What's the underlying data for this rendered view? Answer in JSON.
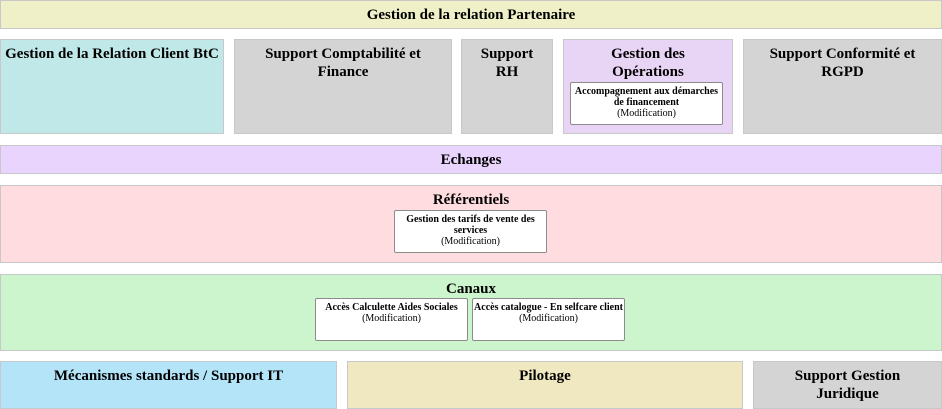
{
  "top_banner": {
    "title": "Gestion de la relation Partenaire",
    "color": "#f0f0c8"
  },
  "top_row": [
    {
      "title": "Gestion de la Relation Client BtC",
      "color": "#c0e8e8"
    },
    {
      "title": "Support Comptabilité et Finance",
      "color": "#d4d4d4"
    },
    {
      "title": "Support RH",
      "color": "#d4d4d4"
    },
    {
      "title": "Gestion des Opérations",
      "color": "#e8d4f4"
    },
    {
      "title": "Support Conformité et RGPD",
      "color": "#d4d4d4"
    }
  ],
  "operations_cards": [
    {
      "title": "Accompagnement aux démarches de financement",
      "status": "(Modification)"
    }
  ],
  "echanges": {
    "title": "Echanges",
    "color": "#e8d4fc"
  },
  "referentiels": {
    "title": "Référentiels",
    "color": "#ffdce0",
    "cards": [
      {
        "title": "Gestion des tarifs de vente des services",
        "status": "(Modification)"
      }
    ]
  },
  "canaux": {
    "title": "Canaux",
    "color": "#cdf5cd",
    "cards": [
      {
        "title": "Accès Calculette Aides Sociales",
        "status": "(Modification)"
      },
      {
        "title": "Accès catalogue - En selfcare client",
        "status": "(Modification)"
      }
    ]
  },
  "bottom_row": [
    {
      "title": "Mécanismes standards / Support IT",
      "color": "#b4e4f8"
    },
    {
      "title": "Pilotage",
      "color": "#f0e8c0"
    },
    {
      "title": "Support Gestion Juridique",
      "color": "#d4d4d4"
    }
  ]
}
